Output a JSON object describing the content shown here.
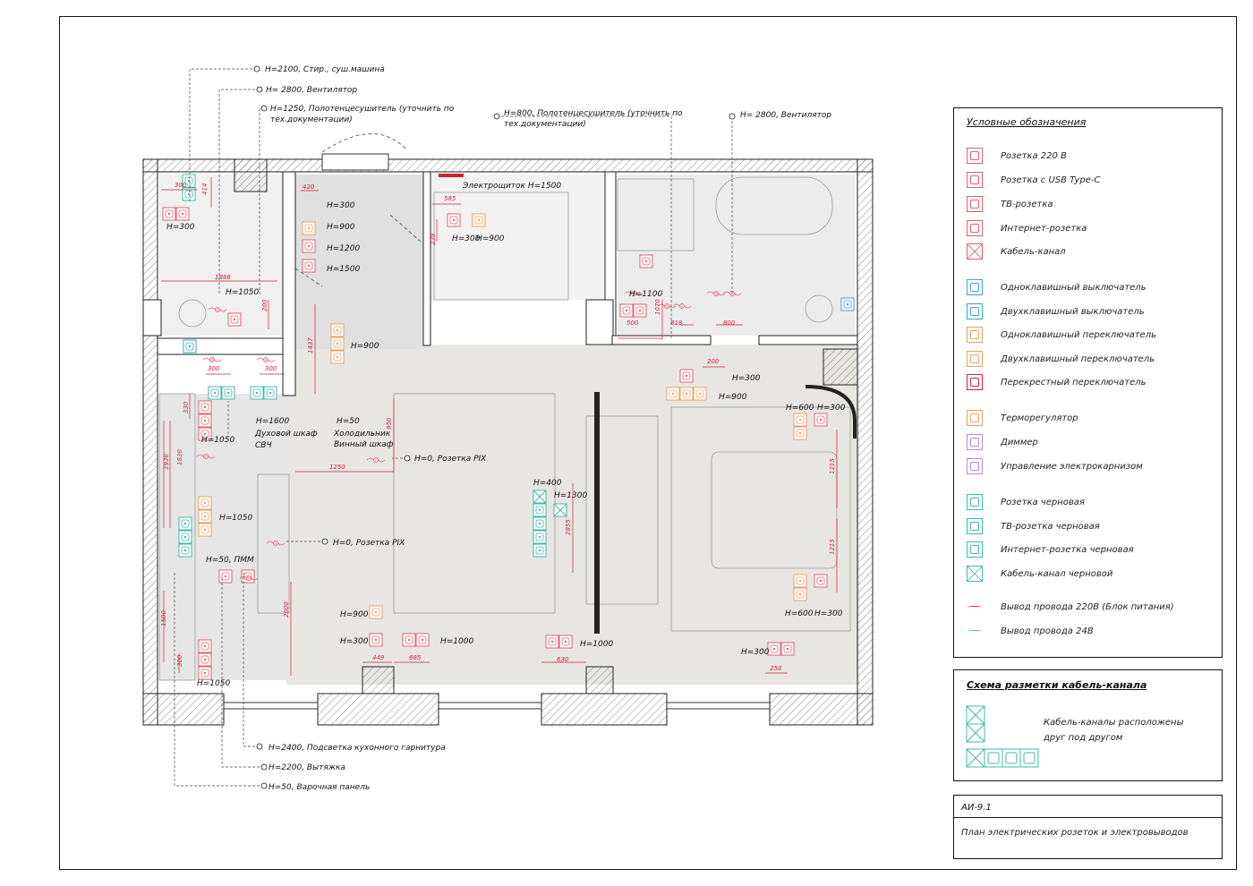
{
  "plan": {
    "labels_top": [
      "H=2100, Стир., суш.машина",
      "H= 2800, Вентилятор",
      "H=1250, Полотенцесушитель (уточнить по",
      "тех.документации)",
      "H=800, Полотенцесушитель (уточнить по",
      "тех.документации)",
      "H= 2800, Вентилятор"
    ],
    "labels_bottom": [
      "H=2400, Подсветка кухонного гарнитура",
      "H=2200, Вытяжка",
      "H=50, Варочная панель"
    ],
    "labels_inside": [
      "Электрощиток H=1500",
      "H=300",
      "H=900",
      "H=1200",
      "H=1500",
      "H=300",
      "H=900",
      "H=1050",
      "H=900",
      "H=1100",
      "H=300",
      "H=900",
      "H=600",
      "H=300",
      "H=1600",
      "Духовой шкаф",
      "СВЧ",
      "H=50",
      "Холодильник",
      "Винный шкаф",
      "H=1050",
      "H=0, Розетка PIX",
      "H=400",
      "H=1300",
      "H=1050",
      "H=0, Розетка PIX",
      "H=50, ПММ",
      "H=900",
      "H=300",
      "H=1000",
      "H=1000",
      "H=600",
      "H=300",
      "H=300",
      "H=1050",
      "H=300"
    ],
    "dimensions": [
      "300",
      "414",
      "420",
      "585",
      "239",
      "1888",
      "200",
      "300",
      "300",
      "1437",
      "330",
      "1830",
      "1930",
      "950",
      "1250",
      "500",
      "1070",
      "818",
      "800",
      "200",
      "1215",
      "1215",
      "2855",
      "2000",
      "1500",
      "300",
      "449",
      "685",
      "630",
      "250"
    ]
  },
  "legend": {
    "title": "Условные обозначения",
    "items": [
      {
        "label": "Розетка 220 В",
        "color": "#e0606e",
        "icon": "socket-icon"
      },
      {
        "label": "Розетка с USB Type-C",
        "color": "#e0606e",
        "icon": "usb-socket-icon"
      },
      {
        "label": "ТВ-розетка",
        "color": "#e0606e",
        "icon": "tv-socket-icon"
      },
      {
        "label": "Интернет-розетка",
        "color": "#e0606e",
        "icon": "internet-socket-icon"
      },
      {
        "label": "Кабель-канал",
        "color": "#e0606e",
        "icon": "cable-channel-icon"
      },
      {
        "label": "Одноклавишный выключатель",
        "color": "#3aa6c8",
        "icon": "single-switch-icon"
      },
      {
        "label": "Двухклавишный выключатель",
        "color": "#3aa6c8",
        "icon": "double-switch-icon"
      },
      {
        "label": "Одноклавишный переключатель",
        "color": "#e8a060",
        "icon": "single-toggle-icon"
      },
      {
        "label": "Двухклавишный переключатель",
        "color": "#e8a060",
        "icon": "double-toggle-icon"
      },
      {
        "label": "Перекрестный переключатель",
        "color": "#d0203a",
        "icon": "cross-switch-icon"
      },
      {
        "label": "Терморегулятор",
        "color": "#e8a060",
        "icon": "thermostat-icon"
      },
      {
        "label": "Диммер",
        "color": "#b48ad0",
        "icon": "dimmer-icon"
      },
      {
        "label": "Управление электрокарнизом",
        "color": "#b48ad0",
        "icon": "cornice-control-icon"
      },
      {
        "label": "Розетка черновая",
        "color": "#40b8a8",
        "icon": "rough-socket-icon"
      },
      {
        "label": "ТВ-розетка черновая",
        "color": "#40b8a8",
        "icon": "rough-tv-socket-icon"
      },
      {
        "label": "Интернет-розетка черновая",
        "color": "#40b8a8",
        "icon": "rough-internet-socket-icon"
      },
      {
        "label": "Кабель-канал черновой",
        "color": "#40b8a8",
        "icon": "rough-cable-channel-icon"
      },
      {
        "label": "Вывод провода 220В (Блок питания)",
        "color": "#d0203a",
        "icon": "wire-220-icon"
      },
      {
        "label": "Вывод провода 24В",
        "color": "#40b8a8",
        "icon": "wire-24-icon"
      }
    ]
  },
  "scheme": {
    "title": "Схема разметки кабель-канала",
    "text_line1": "Кабель-каналы расположены",
    "text_line2": "друг под другом"
  },
  "titleblock": {
    "code": "АИ-9.1",
    "description": "План электрических розеток и электровыводов"
  }
}
